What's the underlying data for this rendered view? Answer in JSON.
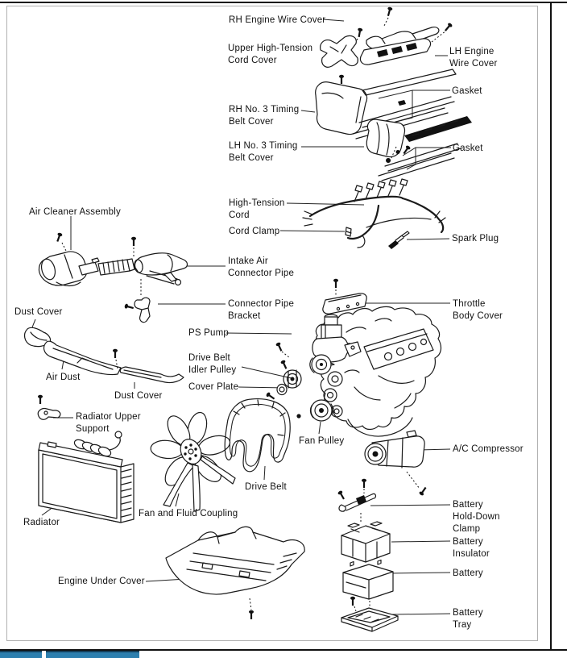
{
  "colors": {
    "accent_bar": "#2d7fae",
    "accent_border": "#14405c",
    "line_art": "#1a1a1a",
    "frame_border": "#b0b0b0"
  },
  "labels": [
    {
      "id": "rh-engine-wire-cover",
      "text": "RH Engine Wire Cover"
    },
    {
      "id": "upper-high-tension-cord-cover",
      "text": "Upper High-Tension\nCord Cover"
    },
    {
      "id": "lh-engine-wire-cover",
      "text": "LH Engine\nWire Cover"
    },
    {
      "id": "gasket-top",
      "text": "Gasket"
    },
    {
      "id": "rh-no3-timing-belt-cover",
      "text": "RH No. 3 Timing\nBelt Cover"
    },
    {
      "id": "lh-no3-timing-belt-cover",
      "text": "LH No. 3 Timing\nBelt Cover"
    },
    {
      "id": "gasket-bottom",
      "text": "Gasket"
    },
    {
      "id": "high-tension-cord",
      "text": "High-Tension\nCord"
    },
    {
      "id": "cord-clamp",
      "text": "Cord Clamp"
    },
    {
      "id": "spark-plug",
      "text": "Spark Plug"
    },
    {
      "id": "air-cleaner-assembly",
      "text": "Air Cleaner Assembly"
    },
    {
      "id": "intake-air-connector-pipe",
      "text": "Intake Air\nConnector Pipe"
    },
    {
      "id": "dust-cover-left",
      "text": "Dust Cover"
    },
    {
      "id": "connector-pipe-bracket",
      "text": "Connector Pipe\nBracket"
    },
    {
      "id": "throttle-body-cover",
      "text": "Throttle\nBody Cover"
    },
    {
      "id": "ps-pump",
      "text": "PS Pump"
    },
    {
      "id": "drive-belt-idler-pulley",
      "text": "Drive Belt\nIdler Pulley"
    },
    {
      "id": "cover-plate",
      "text": "Cover Plate"
    },
    {
      "id": "air-dust",
      "text": "Air Dust"
    },
    {
      "id": "dust-cover-mid",
      "text": "Dust Cover"
    },
    {
      "id": "radiator-upper-support",
      "text": "Radiator Upper\nSupport"
    },
    {
      "id": "fan-pulley",
      "text": "Fan Pulley"
    },
    {
      "id": "ac-compressor",
      "text": "A/C Compressor"
    },
    {
      "id": "radiator",
      "text": "Radiator"
    },
    {
      "id": "fan-and-fluid-coupling",
      "text": "Fan and Fluid Coupling"
    },
    {
      "id": "drive-belt",
      "text": "Drive Belt"
    },
    {
      "id": "battery-hold-down-clamp",
      "text": "Battery\nHold-Down\nClamp"
    },
    {
      "id": "battery-insulator",
      "text": "Battery\nInsulator"
    },
    {
      "id": "battery",
      "text": "Battery"
    },
    {
      "id": "engine-under-cover",
      "text": "Engine Under Cover"
    },
    {
      "id": "battery-tray",
      "text": "Battery\nTray"
    }
  ]
}
